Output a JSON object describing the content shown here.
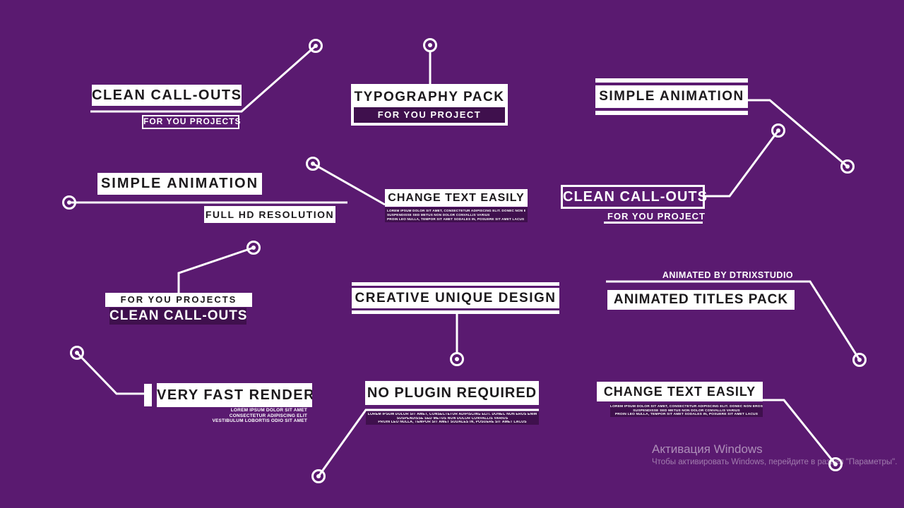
{
  "app": {
    "background_color": "#5a1a70",
    "accent_dark": "#3f104d",
    "line_color": "#ffffff",
    "title_text_color": "#1c191c"
  },
  "callouts": {
    "clean_callouts_1": {
      "title": "CLEAN CALL-OUTS",
      "subtitle": "FOR YOU PROJECTS"
    },
    "typography_pack": {
      "title": "TYPOGRAPHY PACK",
      "subtitle": "FOR YOU PROJECT"
    },
    "simple_animation_1": {
      "title": "SIMPLE ANIMATION"
    },
    "simple_animation_2": {
      "title": "SIMPLE ANIMATION",
      "subtitle": "FULL HD RESOLUTION"
    },
    "change_text_easily_1": {
      "title": "CHANGE TEXT EASILY",
      "lines": [
        "LOREM IPSUM DOLOR SIT AMET, CONSECTETUR ADIPISCING ELIT. DONEC NON EROS ENIM",
        "SUSPENDISSE SED METUS NON DOLOR CONVALLIS VARIUS",
        "PROIN LEO NULLA, TEMPOR SIT AMET SODALES IN, POSUERE SIT AMET LACUS"
      ]
    },
    "clean_callouts_2": {
      "title": "CLEAN CALL-OUTS",
      "subtitle": "FOR YOU PROJECT"
    },
    "clean_callouts_3": {
      "title": "CLEAN CALL-OUTS",
      "subtitle": "FOR YOU PROJECTS"
    },
    "creative_unique_design": {
      "title": "CREATIVE UNIQUE DESIGN"
    },
    "animated_titles_pack": {
      "title": "ANIMATED TITLES PACK",
      "caption": "ANIMATED BY DTRIXSTUDIO"
    },
    "very_fast_render": {
      "title": "VERY FAST RENDER",
      "lines": [
        "LOREM IPSUM DOLOR SIT AMET",
        "CONSECTETUR ADIPISCING ELIT",
        "VESTIBULUM LOBORTIS ODIO SIT AMET"
      ]
    },
    "no_plugin_required": {
      "title": "NO PLUGIN REQUIRED",
      "lines": [
        "LOREM IPSUM DOLOR SIT AMET, CONSECTETUR ADIPISCING ELIT. DONEC NON EROS ENIM",
        "SUSPENDISSE SED METUS NON DOLOR CONVALLIS VARIUS",
        "PROIN LEO NULLA, TEMPOR SIT AMET SODALES IN, POSUERE SIT AMET LACUS"
      ]
    },
    "change_text_easily_2": {
      "title": "CHANGE TEXT EASILY",
      "lines": [
        "LOREM IPSUM DOLOR SIT AMET, CONSECTETUR ADIPISCING ELIT. DONEC NON EROS ENIM",
        "SUSPENDISSE SED METUS NON DOLOR CONVALLIS VARIUS",
        "PROIN LEO NULLA, TEMPOR SIT AMET SODALES IN, POSUERE SIT AMET LACUS"
      ]
    }
  },
  "watermark": {
    "title": "Активация Windows",
    "subtitle": "Чтобы активировать Windows, перейдите в раздел \"Параметры\"."
  }
}
